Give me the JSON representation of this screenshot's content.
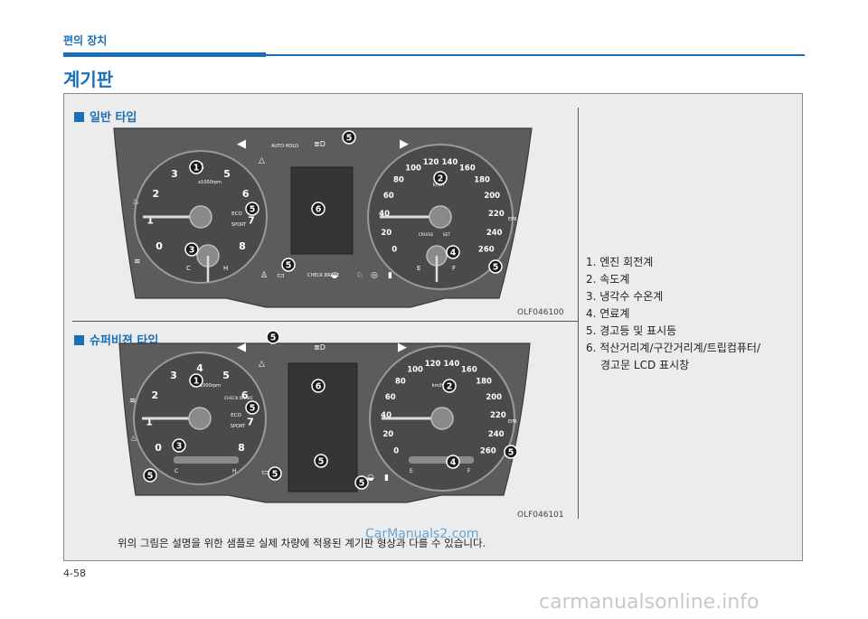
{
  "header": {
    "section": "편의 장치",
    "title": "계기판"
  },
  "sections": [
    {
      "label": "일반 타입",
      "code": "OLF046100"
    },
    {
      "label": "슈퍼비젼 타입",
      "code": "OLF046101"
    }
  ],
  "legend": [
    "1.  엔진 회전계",
    "2.  속도계",
    "3.  냉각수 수온계",
    "4.  연료계",
    "5.  경고등 및 표시등",
    "6.  적산거리계/구간거리계/트립컴퓨터/",
    "경고문 LCD 표시창"
  ],
  "caption": "위의 그림은 설명을 위한 샘플로 실제 차량에 적용된 계기판 형상과 다를 수 있습니다.",
  "page_number": "4-58",
  "watermark_top": "CarManuals2.com",
  "watermark_bottom": "carmanualsonline.info",
  "cluster": {
    "rpm_ticks": [
      "0",
      "1",
      "2",
      "3",
      "4",
      "5",
      "6",
      "7",
      "8"
    ],
    "rpm_unit": "x1000rpm",
    "speed_ticks": [
      "0",
      "20",
      "40",
      "60",
      "80",
      "100",
      "120",
      "140",
      "160",
      "180",
      "200",
      "220",
      "240",
      "260"
    ],
    "speed_unit": "km/h",
    "temp_low": "C",
    "temp_high": "H",
    "fuel_low": "E",
    "fuel_high": "F",
    "eco": "ECO",
    "sport": "SPORT",
    "cruise": "CRUISE",
    "set": "SET",
    "auto_hold": "AUTO HOLD",
    "epb": "EPB",
    "check_brake": "CHECK BRAKE"
  },
  "callouts": [
    "1",
    "2",
    "3",
    "4",
    "5",
    "6"
  ],
  "colors": {
    "accent": "#1a6fb8",
    "frame_bg": "#ececec",
    "cluster_bg": "#5c5c5c",
    "callout": "#1a1a1a"
  }
}
